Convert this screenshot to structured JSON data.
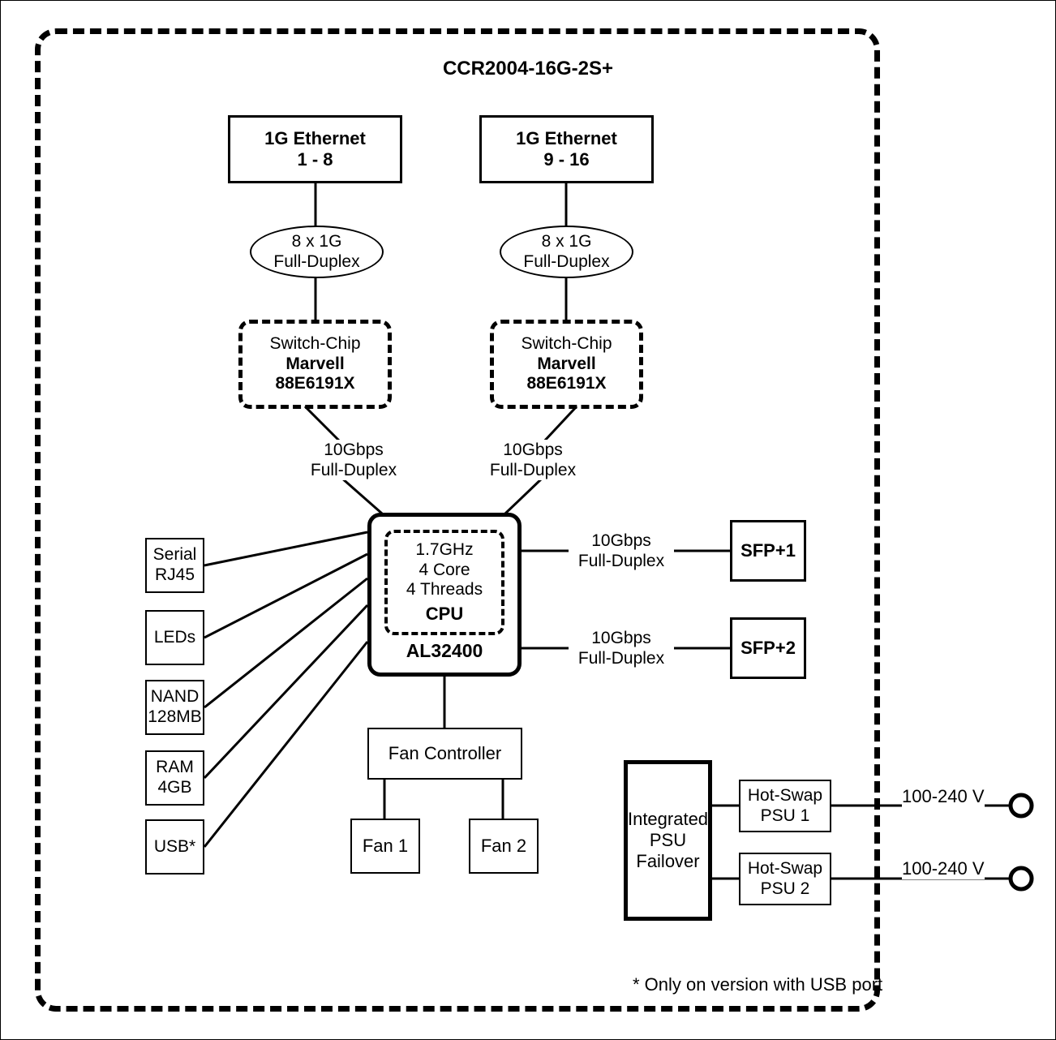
{
  "diagram": {
    "title": "CCR2004-16G-2S+",
    "footnote": "* Only on version with USB port",
    "ethernet_blocks": [
      {
        "line1": "1G Ethernet",
        "line2": "1 - 8"
      },
      {
        "line1": "1G Ethernet",
        "line2": "9 - 16"
      }
    ],
    "link_ellipses": [
      {
        "line1": "8 x 1G",
        "line2": "Full-Duplex"
      },
      {
        "line1": "8 x 1G",
        "line2": "Full-Duplex"
      }
    ],
    "switch_chips": [
      {
        "line1": "Switch-Chip",
        "line2": "Marvell",
        "line3": "88E6191X"
      },
      {
        "line1": "Switch-Chip",
        "line2": "Marvell",
        "line3": "88E6191X"
      }
    ],
    "switch_links": [
      {
        "line1": "10Gbps",
        "line2": "Full-Duplex"
      },
      {
        "line1": "10Gbps",
        "line2": "Full-Duplex"
      }
    ],
    "cpu": {
      "spec_line1": "1.7GHz",
      "spec_line2": "4 Core",
      "spec_line3": "4 Threads",
      "spec_label": "CPU",
      "part_number": "AL32400"
    },
    "peripherals": [
      {
        "line1": "Serial",
        "line2": "RJ45"
      },
      {
        "line1": "LEDs",
        "line2": ""
      },
      {
        "line1": "NAND",
        "line2": "128MB"
      },
      {
        "line1": "RAM",
        "line2": "4GB"
      },
      {
        "line1": "USB*",
        "line2": ""
      }
    ],
    "sfp_ports": [
      {
        "label": "SFP+1",
        "link_line1": "10Gbps",
        "link_line2": "Full-Duplex"
      },
      {
        "label": "SFP+2",
        "link_line1": "10Gbps",
        "link_line2": "Full-Duplex"
      }
    ],
    "fan_controller": "Fan Controller",
    "fans": [
      {
        "label": "Fan 1"
      },
      {
        "label": "Fan 2"
      }
    ],
    "psu": {
      "failover_line1": "Integrated",
      "failover_line2": "PSU",
      "failover_line3": "Failover",
      "units": [
        {
          "line1": "Hot-Swap",
          "line2": "PSU 1",
          "voltage": "100-240 V"
        },
        {
          "line1": "Hot-Swap",
          "line2": "PSU 2",
          "voltage": "100-240 V"
        }
      ]
    },
    "colors": {
      "stroke": "#000000",
      "background": "#ffffff"
    }
  }
}
